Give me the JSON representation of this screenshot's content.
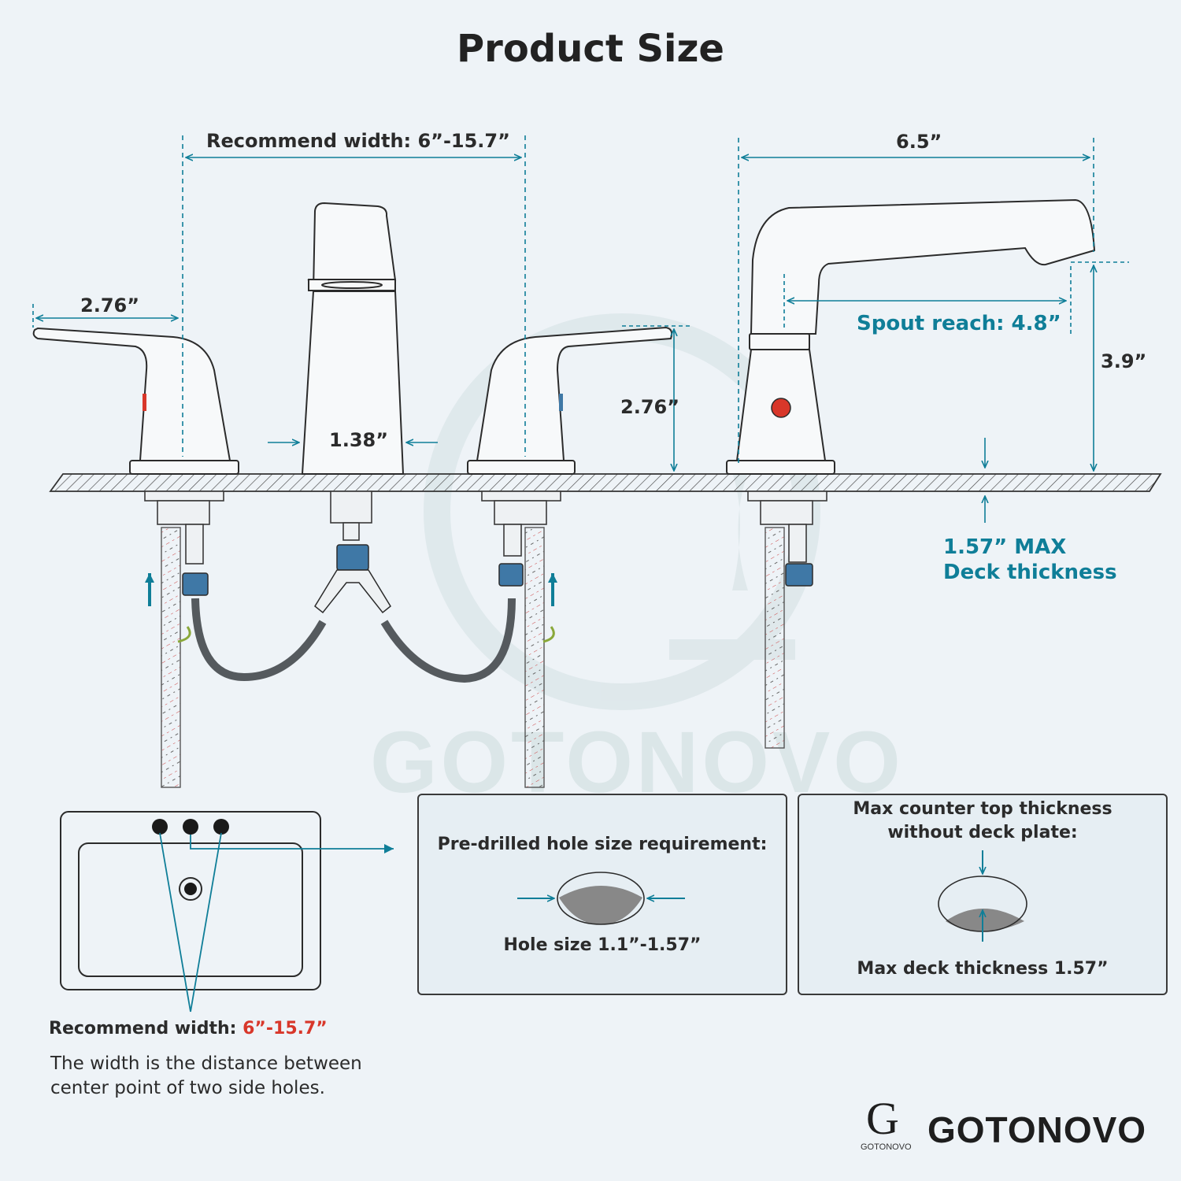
{
  "title": "Product Size",
  "top_dimensions": {
    "recommend_width": "Recommend width: 6”-15.7”",
    "overall_length": "6.5”",
    "handle_length": "2.76”",
    "handle_height": "2.76”",
    "base_width": "1.38”",
    "spout_reach": "Spout reach: 4.8”",
    "spout_height": "3.9”",
    "deck_max": "1.57” MAX",
    "deck_thickness": "Deck thickness"
  },
  "sink_diagram": {
    "width_label": "Recommend width: ",
    "width_value": "6”-15.7”",
    "description_line1": "The width is the distance between",
    "description_line2": "center point of two side holes."
  },
  "hole_panel": {
    "heading": "Pre-drilled hole size requirement:",
    "caption": "Hole size 1.1”-1.57”"
  },
  "thickness_panel": {
    "heading_line1": "Max counter top thickness",
    "heading_line2": "without deck plate:",
    "caption": "Max deck thickness 1.57”"
  },
  "brand": {
    "name": "GOTONOVO",
    "small": "GOTONOVO",
    "watermark": "GOTONOVO"
  },
  "colors": {
    "background": "#eef3f7",
    "accent_teal": "#0f7e98",
    "accent_red": "#d8372a",
    "line_dark": "#2b2b2b",
    "hose_gray": "#555a5e",
    "valve_blue": "#3f78a6"
  }
}
